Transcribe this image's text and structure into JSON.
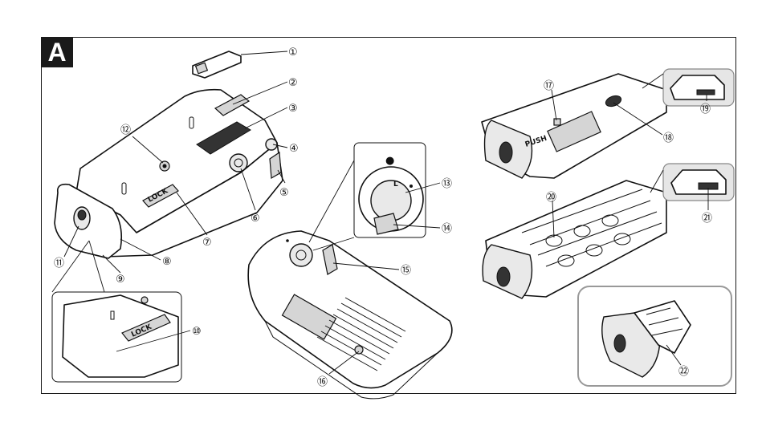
{
  "panel_letter": "A",
  "callouts": [
    {
      "id": "1",
      "label": "①"
    },
    {
      "id": "2",
      "label": "②"
    },
    {
      "id": "3",
      "label": "③"
    },
    {
      "id": "4",
      "label": "④"
    },
    {
      "id": "5",
      "label": "⑤"
    },
    {
      "id": "6",
      "label": "⑥"
    },
    {
      "id": "7",
      "label": "⑦"
    },
    {
      "id": "8",
      "label": "⑧"
    },
    {
      "id": "9",
      "label": "⑨"
    },
    {
      "id": "10",
      "label": "⑩"
    },
    {
      "id": "11",
      "label": "⑪"
    },
    {
      "id": "12",
      "label": "⑫"
    },
    {
      "id": "13",
      "label": "⑬"
    },
    {
      "id": "14",
      "label": "⑭"
    },
    {
      "id": "15",
      "label": "⑮"
    },
    {
      "id": "16",
      "label": "⑯"
    },
    {
      "id": "17",
      "label": "⑰"
    },
    {
      "id": "18",
      "label": "⑱"
    },
    {
      "id": "19",
      "label": "⑲"
    },
    {
      "id": "20",
      "label": "⑳"
    },
    {
      "id": "21",
      "label": "㉑"
    },
    {
      "id": "22",
      "label": "㉒"
    }
  ],
  "printed_marks": {
    "lock_text": "LOCK",
    "push_text": "PUSH",
    "dial_L": "L",
    "dial_dot": "●"
  }
}
